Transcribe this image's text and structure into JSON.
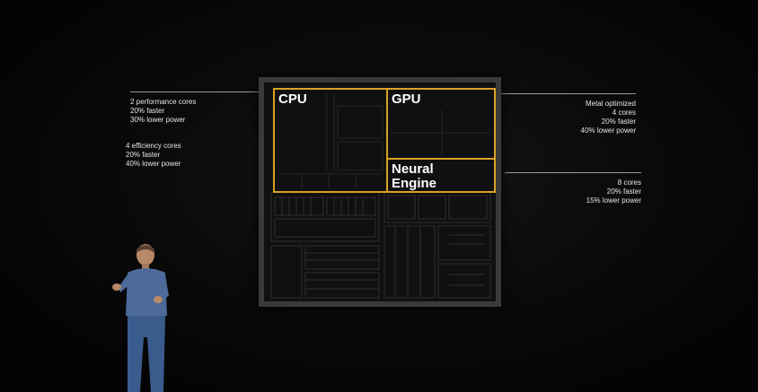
{
  "chip": {
    "blocks": {
      "cpu": "CPU",
      "gpu": "GPU",
      "neural_engine_line1": "Neural",
      "neural_engine_line2": "Engine"
    }
  },
  "callouts": {
    "cpu_performance": [
      "2 performance cores",
      "20% faster",
      "30% lower power"
    ],
    "cpu_efficiency": [
      "4 efficiency cores",
      "20% faster",
      "40% lower power"
    ],
    "gpu": [
      "Metal optimized",
      "4 cores",
      "20% faster",
      "40% lower power"
    ],
    "neural_engine": [
      "8 cores",
      "20% faster",
      "15% lower power"
    ]
  },
  "colors": {
    "block_outline": "#d9a323",
    "chip_frame": "#3a3a3a",
    "background": "#050505"
  }
}
